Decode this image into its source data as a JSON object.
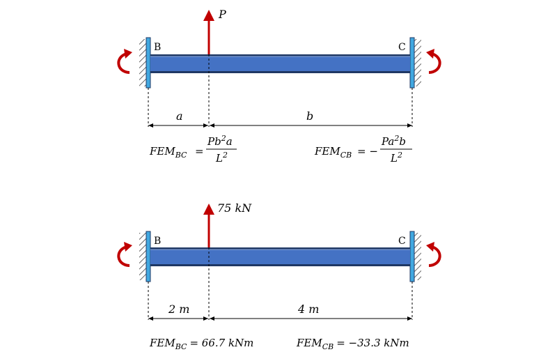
{
  "colors": {
    "beam_fill": "#4472c4",
    "beam_stroke": "#1f3864",
    "support_fill": "#41a8e0",
    "force_arrow": "#c00000",
    "moment_arrow": "#c00000",
    "dimension_line": "#000000"
  },
  "top_diagram": {
    "label_left_support": "B",
    "label_right_support": "C",
    "load_label": "P",
    "dim_a": "a",
    "dim_b": "b",
    "fem_bc": {
      "lhs_main": "FEM",
      "lhs_sub": "BC",
      "eq": "=",
      "num_main": "Pb",
      "num_sup": "2",
      "num_tail": "a",
      "den_main": "L",
      "den_sup": "2"
    },
    "fem_cb": {
      "lhs_main": "FEM",
      "lhs_sub": "CB",
      "eq": "= −",
      "num_main": "Pa",
      "num_sup": "2",
      "num_tail": "b",
      "den_main": "L",
      "den_sup": "2"
    }
  },
  "bottom_diagram": {
    "label_left_support": "B",
    "label_right_support": "C",
    "load_label": "75 kN",
    "dim_a": "2 m",
    "dim_b": "4 m",
    "fem_bc": {
      "lhs_main": "FEM",
      "lhs_sub": "BC",
      "rhs": "= 66.7 kNm"
    },
    "fem_cb": {
      "lhs_main": "FEM",
      "lhs_sub": "CB",
      "rhs": "= −33.3 kNm"
    }
  }
}
